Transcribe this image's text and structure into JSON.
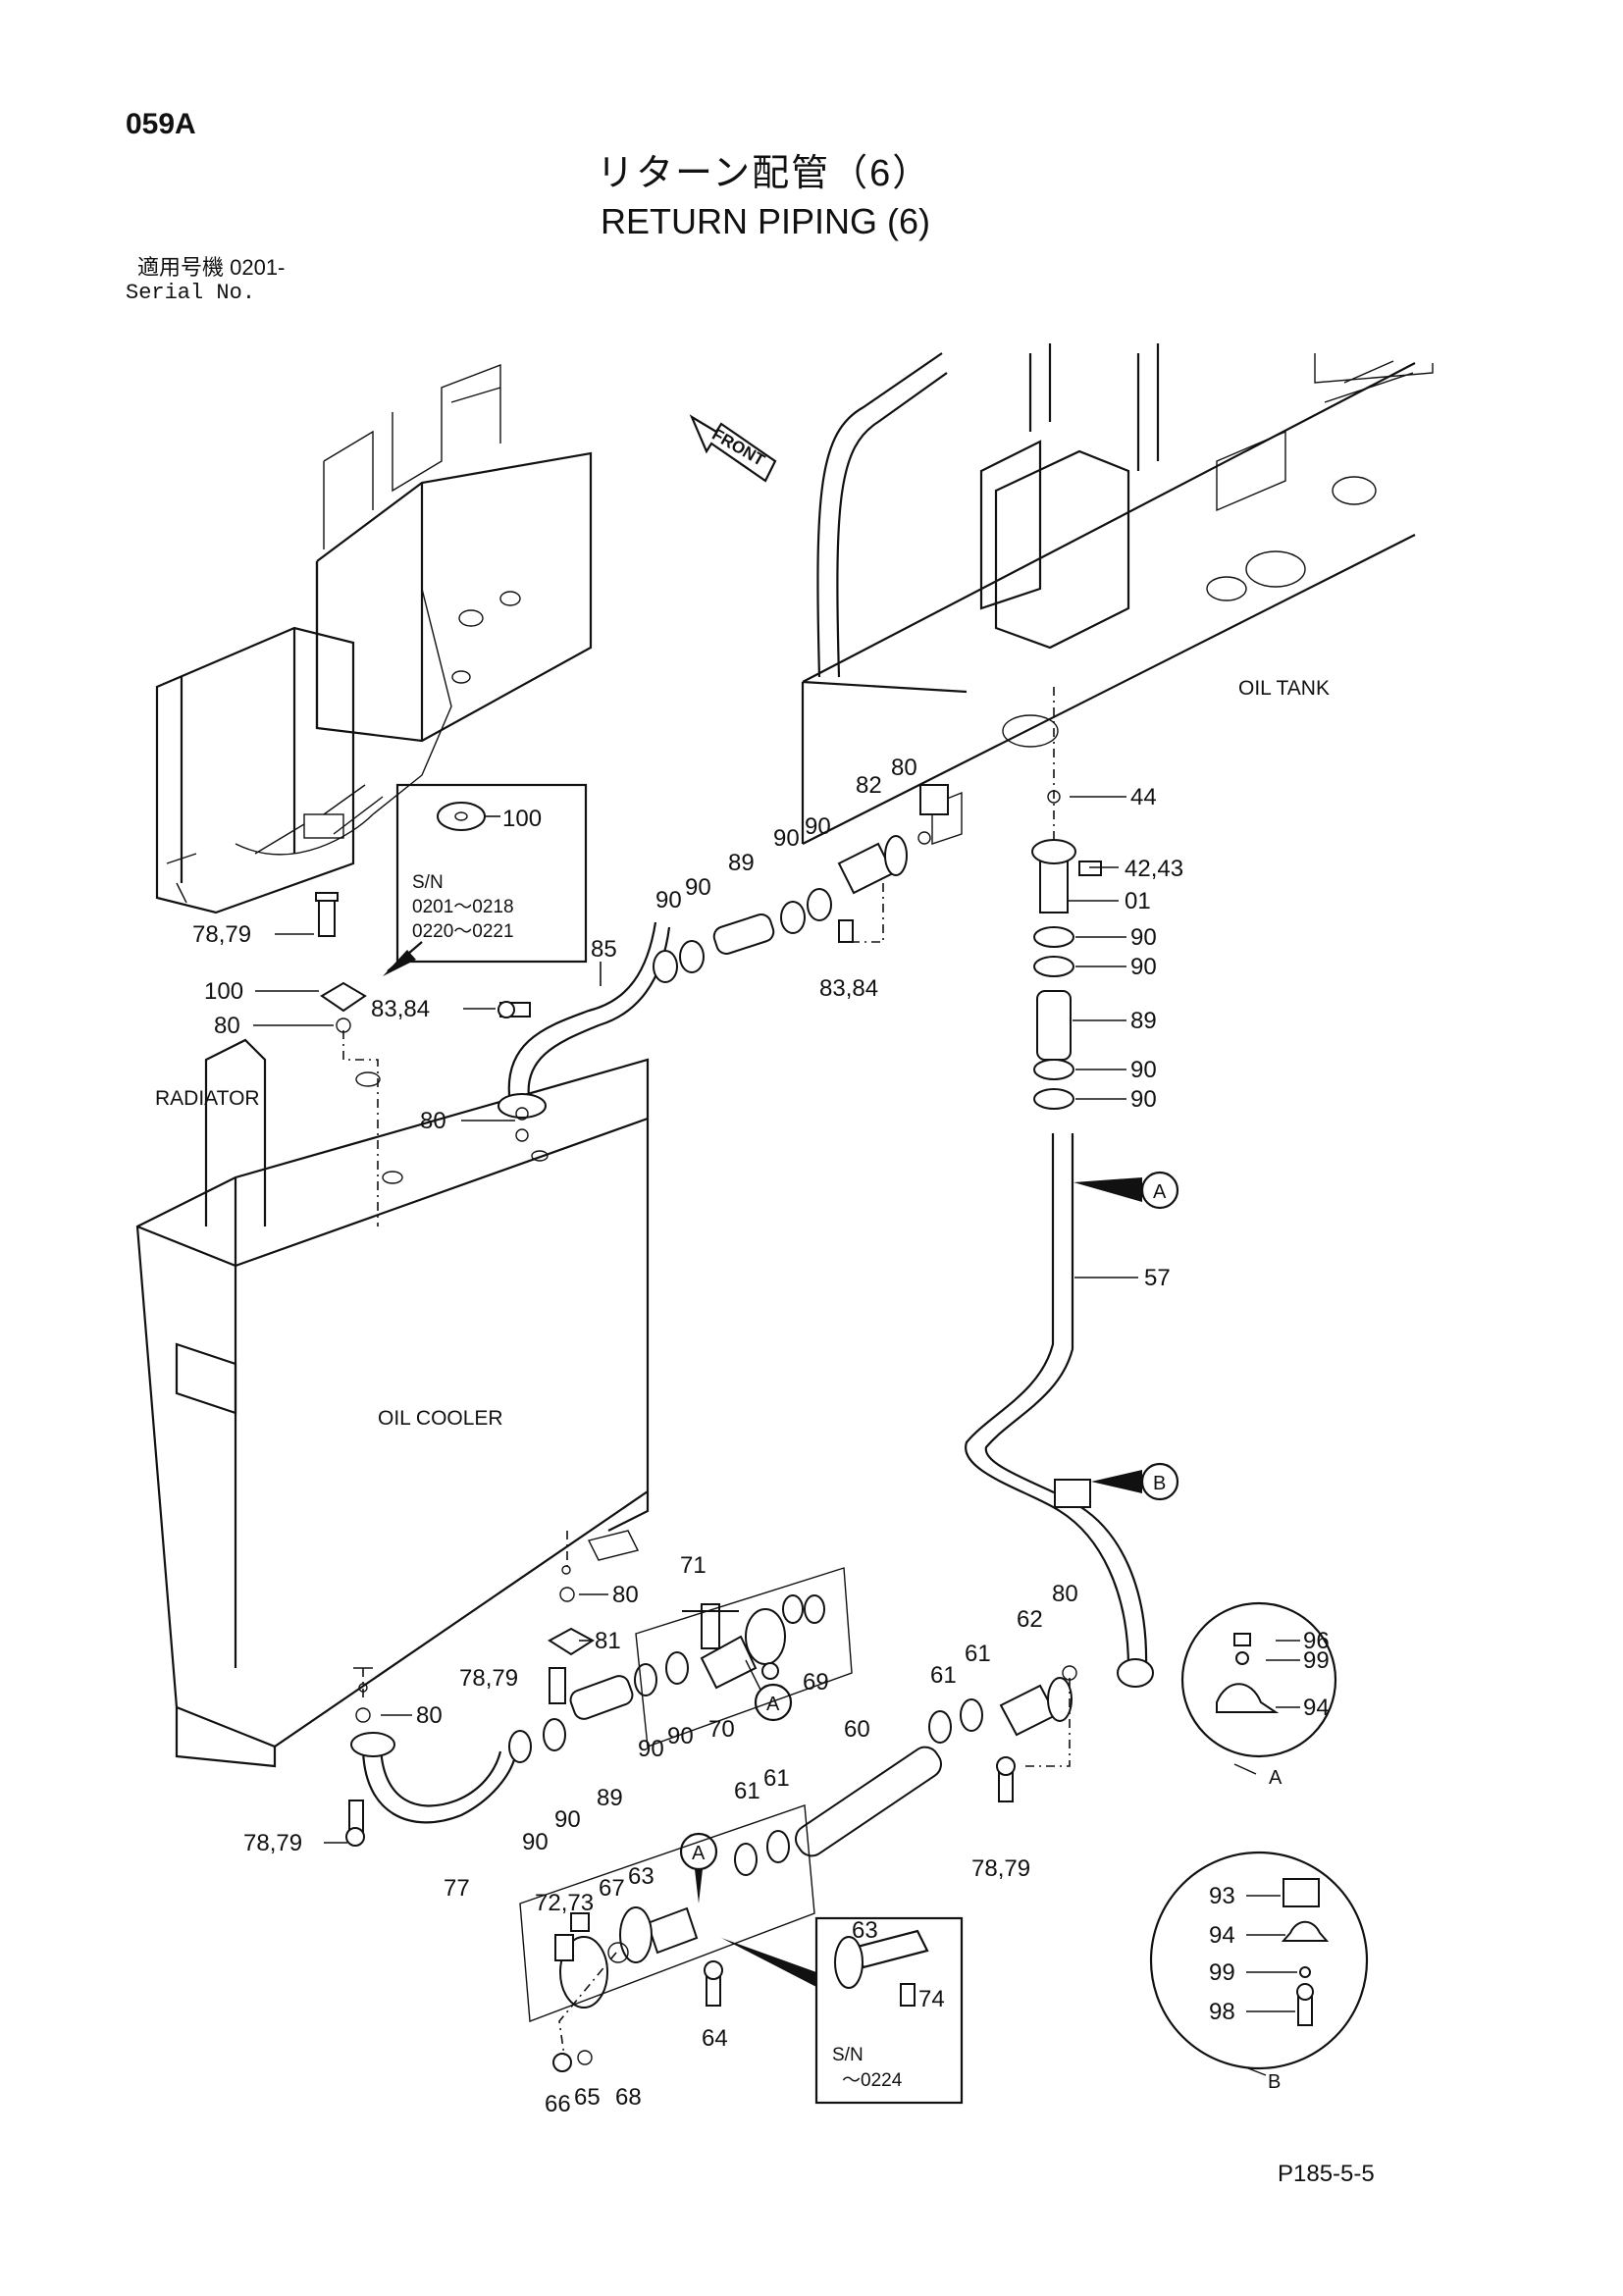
{
  "header": {
    "page_code": "059A",
    "title_jp": "リターン配管（6）",
    "title_en": "RETURN PIPING (6)",
    "serial_label_jp": "適用号機 0201-",
    "serial_label_en": "Serial No."
  },
  "footer": {
    "page_ref": "P185-5-5"
  },
  "components": {
    "front": "FRONT",
    "oil_tank": "OIL TANK",
    "radiator": "RADIATOR",
    "oil_cooler": "OIL COOLER"
  },
  "serial_boxes": {
    "box1": {
      "label": "S/N",
      "range1": "0201～0218",
      "range2": "0220～0221"
    },
    "box2": {
      "label": "S/N",
      "range": "～0224"
    }
  },
  "detail_views": {
    "a": "A",
    "b": "B"
  },
  "callouts": {
    "p100a": "100",
    "p7879a": "78,79",
    "p100b": "100",
    "p80a": "80",
    "p8384a": "83,84",
    "p80b": "80",
    "p85": "85",
    "p90a": "90",
    "p90b": "90",
    "p89a": "89",
    "p90c": "90",
    "p90d": "90",
    "p82": "82",
    "p80c": "80",
    "p8384b": "83,84",
    "p44": "44",
    "p4243": "42,43",
    "p01": "01",
    "p90e": "90",
    "p90f": "90",
    "p89b": "89",
    "p90g": "90",
    "p90h": "90",
    "p57": "57",
    "p71": "71",
    "p80d": "80",
    "p81": "81",
    "p7879b": "78,79",
    "p80e": "80",
    "p69": "69",
    "p90i": "90",
    "p90j": "90",
    "p70": "70",
    "p89c": "89",
    "p90k": "90",
    "p90l": "90",
    "p7879c": "78,79",
    "p77": "77",
    "p60": "60",
    "p61a": "61",
    "p61b": "61",
    "p62": "62",
    "p80f": "80",
    "p61c": "61",
    "p61d": "61",
    "p7879d": "78,79",
    "p7273": "72,73",
    "p67": "67",
    "p63a": "63",
    "p64": "64",
    "p66": "66",
    "p65": "65",
    "p68": "68",
    "p63b": "63",
    "p74": "74",
    "p96": "96",
    "p99a": "99",
    "p94a": "94",
    "p93": "93",
    "p94b": "94",
    "p99b": "99",
    "p98": "98"
  }
}
